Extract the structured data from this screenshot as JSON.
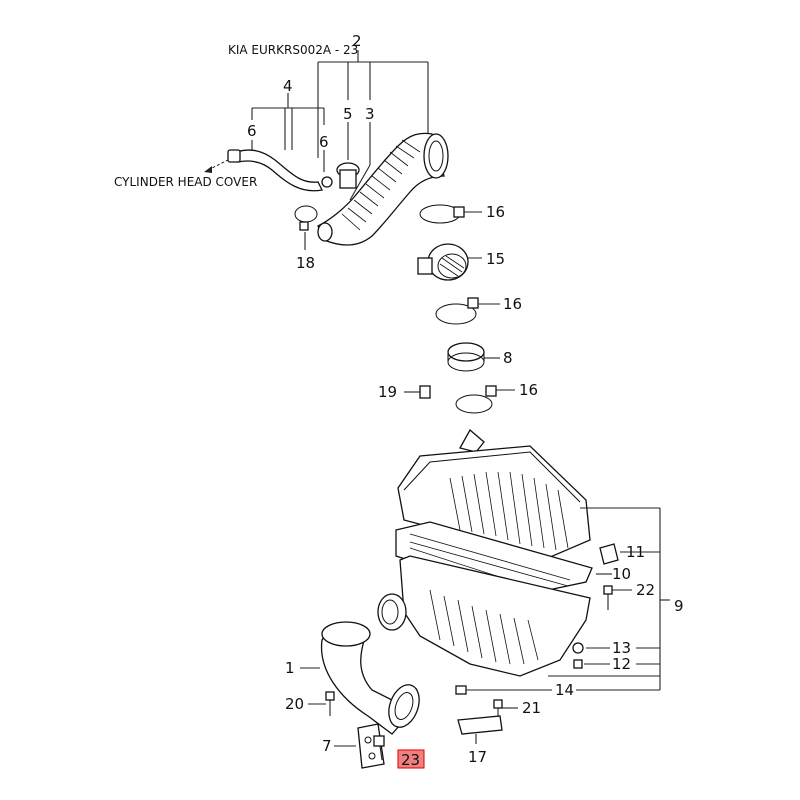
{
  "header": {
    "code": "KIA EURKRS002A - 23"
  },
  "note": {
    "cylinder_head_cover": "CYLINDER HEAD COVER"
  },
  "callouts": {
    "p1": "1",
    "p2": "2",
    "p3": "3",
    "p4": "4",
    "p5": "5",
    "p6a": "6",
    "p6b": "6",
    "p7": "7",
    "p8": "8",
    "p9": "9",
    "p10": "10",
    "p11": "11",
    "p12": "12",
    "p13": "13",
    "p14": "14",
    "p15": "15",
    "p16a": "16",
    "p16b": "16",
    "p16c": "16",
    "p17": "17",
    "p18": "18",
    "p19": "19",
    "p20": "20",
    "p21": "21",
    "p22": "22",
    "p23": "23"
  },
  "highlight": {
    "part": "23",
    "fill": "#f08080",
    "border": "#e00000"
  }
}
